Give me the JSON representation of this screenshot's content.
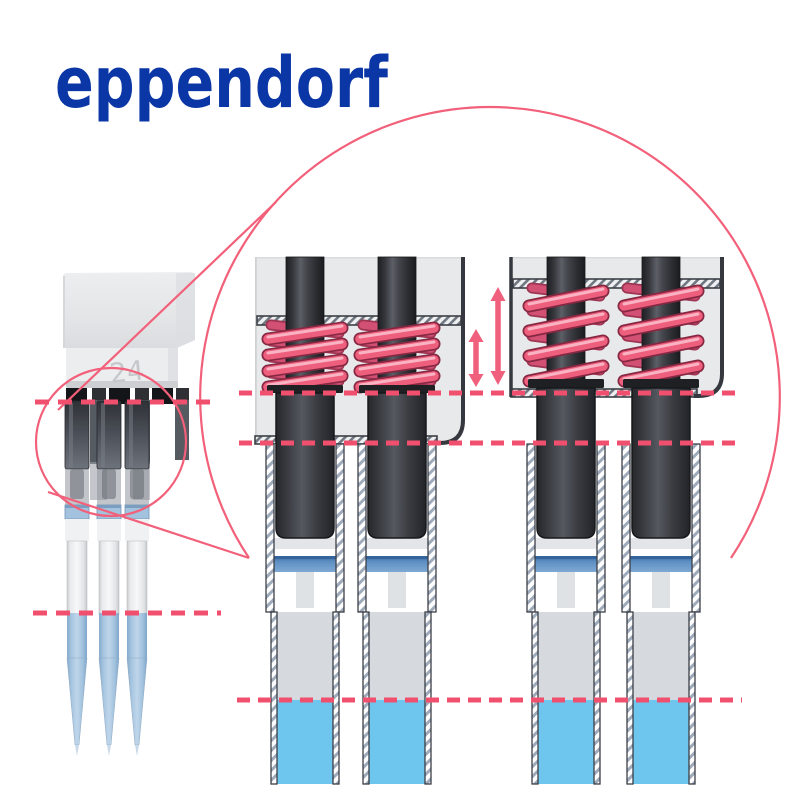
{
  "brand": {
    "logo_text": "eppendorf",
    "logo_color": "#0A36A6"
  },
  "pipette_photo": {
    "capacity_label": "24",
    "channels_visible": 3,
    "liquid_color": "#A9C7E3"
  },
  "magnified_view": {
    "assemblies": [
      {
        "state": "springs-compressed",
        "channels": 2
      },
      {
        "state": "springs-extended",
        "channels": 2
      }
    ],
    "icons": [
      {
        "name": "double-arrow-small-icon"
      },
      {
        "name": "double-arrow-large-icon"
      }
    ],
    "spring_color": "#EE5F7D",
    "liquid_color": "#6EC6EE"
  },
  "accent": {
    "callout_pink": "#F2607A",
    "dashed_line_pink": "#F0506E"
  }
}
